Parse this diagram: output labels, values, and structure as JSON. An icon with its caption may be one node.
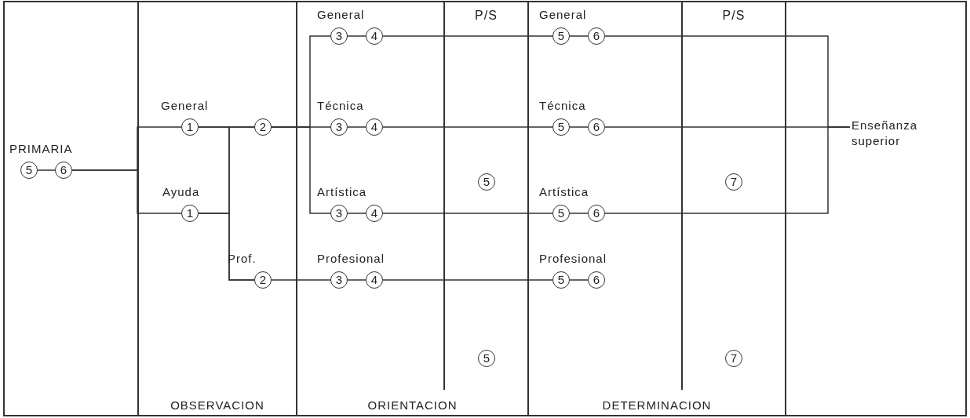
{
  "diagram": {
    "nodes": [
      {
        "text": [
          "5"
        ],
        "beside": [
          "PRIMARIA"
        ]
      },
      {
        "text": [
          "6"
        ]
      },
      {
        "text": [
          "OBSERVACION"
        ]
      },
      {
        "text": [
          "1"
        ],
        "in": 2,
        "beside": [
          "General"
        ]
      },
      {
        "text": [
          "2"
        ],
        "in": 2
      },
      {
        "text": [
          "1"
        ],
        "in": 2,
        "beside": [
          "Ayuda"
        ]
      },
      {
        "text": [
          "2"
        ],
        "in": 2,
        "beside": [
          "Prof."
        ]
      },
      {
        "text": [
          "ORIENTACION"
        ]
      },
      {
        "text": [
          "3"
        ],
        "in": 7,
        "beside": [
          "General"
        ]
      },
      {
        "text": [
          "4"
        ],
        "in": 7
      },
      {
        "text": [
          "3"
        ],
        "in": 7,
        "beside": [
          "Técnica"
        ]
      },
      {
        "text": [
          "4"
        ],
        "in": 7
      },
      {
        "text": [
          "3"
        ],
        "in": 7,
        "beside": [
          "Artística"
        ]
      },
      {
        "text": [
          "4"
        ],
        "in": 7
      },
      {
        "text": [
          "3"
        ],
        "in": 7,
        "beside": [
          "Profesional"
        ]
      },
      {
        "text": [
          "4"
        ],
        "in": 7
      },
      {
        "text": [
          "P/S"
        ],
        "in": 7
      },
      {
        "text": [
          "5"
        ],
        "in": 16
      },
      {
        "text": [
          "5"
        ],
        "in": 16
      },
      {
        "text": [
          "DETERMINACION"
        ]
      },
      {
        "text": [
          "5"
        ],
        "in": 19,
        "beside": [
          "General"
        ]
      },
      {
        "text": [
          "6"
        ],
        "in": 19
      },
      {
        "text": [
          "5"
        ],
        "in": 19,
        "beside": [
          "Técnica"
        ]
      },
      {
        "text": [
          "6"
        ],
        "in": 19
      },
      {
        "text": [
          "5"
        ],
        "in": 19,
        "beside": [
          "Artística"
        ]
      },
      {
        "text": [
          "6"
        ],
        "in": 19
      },
      {
        "text": [
          "5"
        ],
        "in": 19,
        "beside": [
          "Profesional"
        ]
      },
      {
        "text": [
          "6"
        ],
        "in": 19
      },
      {
        "text": [
          "P/S"
        ],
        "in": 19
      },
      {
        "text": [
          "7"
        ],
        "in": 28
      },
      {
        "text": [
          "7"
        ],
        "in": 28
      },
      {
        "text": [
          "Enseñanza superior"
        ]
      }
    ],
    "edges": [
      {
        "from": 0,
        "to": 1,
        "arrow": "none"
      },
      {
        "from": 1,
        "to": 3,
        "arrow": "none"
      },
      {
        "from": 1,
        "to": 5,
        "arrow": "none"
      },
      {
        "from": 3,
        "to": 4,
        "arrow": "none"
      },
      {
        "from": 3,
        "to": 6,
        "arrow": "none"
      },
      {
        "from": 5,
        "to": 4,
        "arrow": "none"
      },
      {
        "from": 5,
        "to": 6,
        "arrow": "none"
      },
      {
        "from": 4,
        "to": 8,
        "arrow": "none"
      },
      {
        "from": 4,
        "to": 10,
        "arrow": "none"
      },
      {
        "from": 4,
        "to": 12,
        "arrow": "none"
      },
      {
        "from": 6,
        "to": 14,
        "arrow": "none"
      },
      {
        "from": 8,
        "to": 9,
        "arrow": "none"
      },
      {
        "from": 10,
        "to": 11,
        "arrow": "none"
      },
      {
        "from": 12,
        "to": 13,
        "arrow": "none"
      },
      {
        "from": 14,
        "to": 15,
        "arrow": "none"
      },
      {
        "from": 9,
        "to": 20,
        "arrow": "none"
      },
      {
        "from": 11,
        "to": 22,
        "arrow": "none"
      },
      {
        "from": 13,
        "to": 24,
        "arrow": "none"
      },
      {
        "from": 15,
        "to": 26,
        "arrow": "none"
      },
      {
        "from": 20,
        "to": 21,
        "arrow": "none"
      },
      {
        "from": 22,
        "to": 23,
        "arrow": "none"
      },
      {
        "from": 24,
        "to": 25,
        "arrow": "none"
      },
      {
        "from": 26,
        "to": 27,
        "arrow": "none"
      },
      {
        "from": 21,
        "to": 31,
        "arrow": "none"
      },
      {
        "from": 23,
        "to": 31,
        "arrow": "none"
      },
      {
        "from": 25,
        "to": 31,
        "arrow": "none"
      }
    ]
  }
}
